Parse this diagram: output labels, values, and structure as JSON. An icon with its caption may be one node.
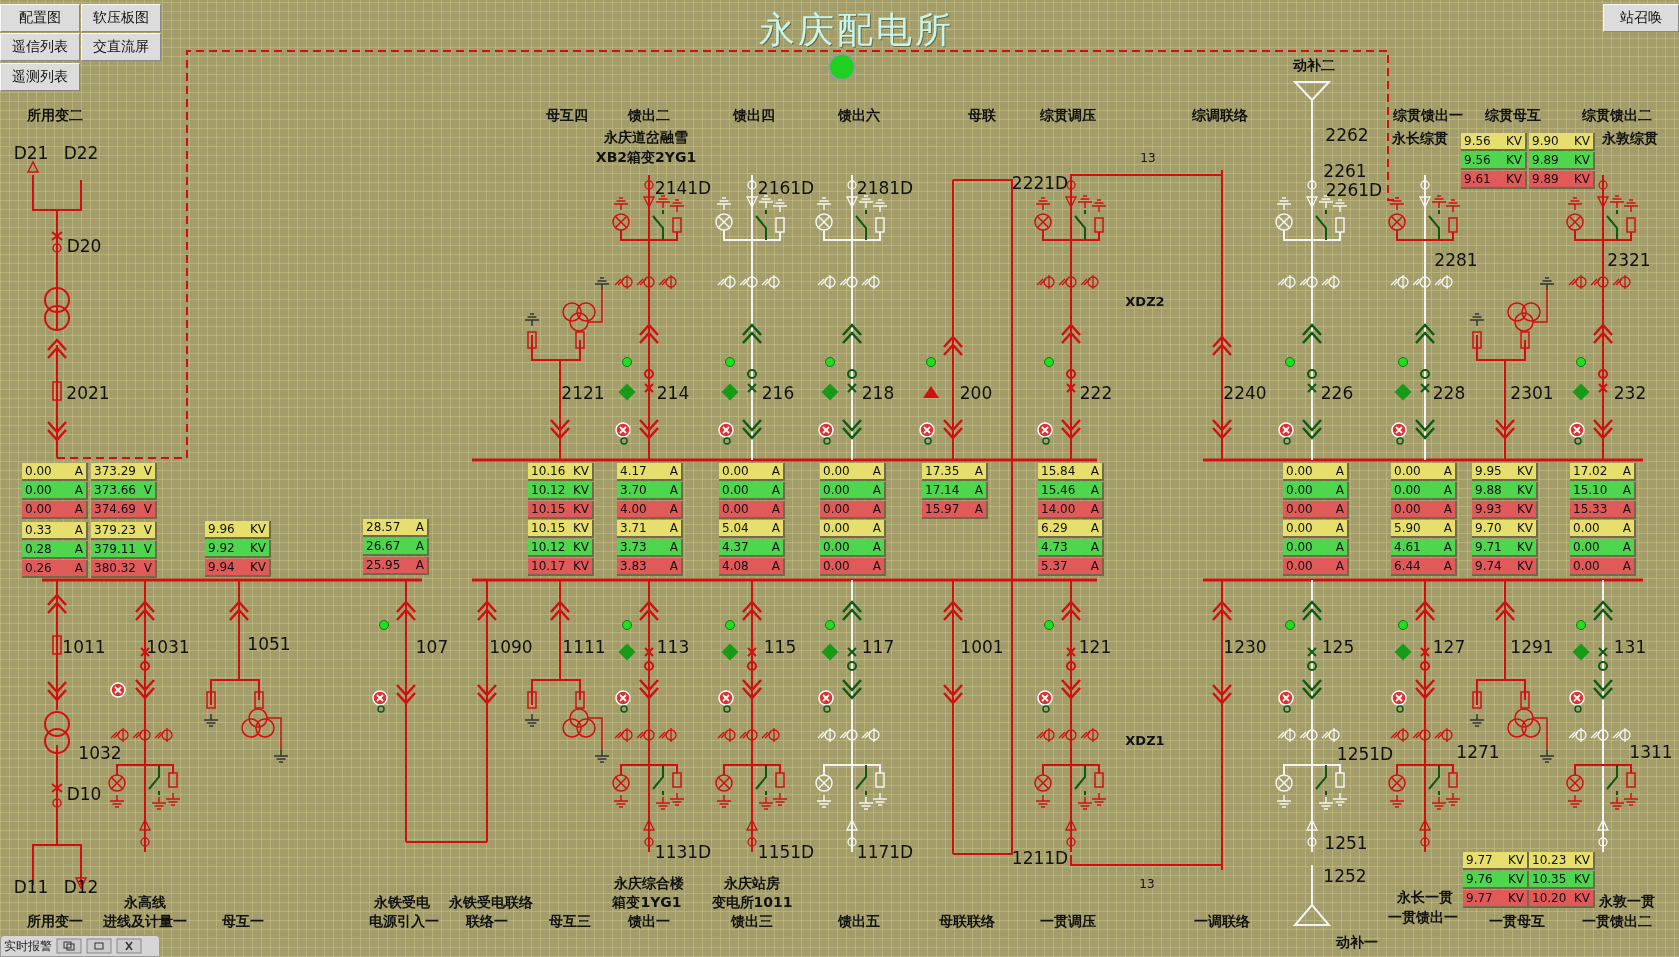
{
  "diagram": {
    "title": "永庆配电所",
    "nodes": [
      {
        "text": [],
        "shape": "picture"
      },
      {
        "text": [],
        "shape": "picture"
      }
    ],
    "edges": [
      {
        "from": 0,
        "to": 1,
        "arrow": "none",
        "style": "dashed"
      }
    ],
    "labels": [
      "配置图",
      "软压板图",
      "遥信列表",
      "交直流屏",
      "遥测列表",
      "站召唤",
      "所用变二",
      "母互四",
      "馈出二",
      "永庆道岔融雪",
      "XB2箱变2YG1",
      "馈出四",
      "馈出六",
      "母联",
      "综贯调压",
      "综调联络",
      "动补二",
      "综贯馈出一",
      "永长综贯",
      "综贯母互",
      "综贯馈出二",
      "永敦综贯",
      "D21",
      "D22",
      "D20",
      "2021",
      "2121",
      "214",
      "2141D",
      "2161D",
      "216",
      "2181D",
      "218",
      "200",
      "2221D",
      "222",
      "13",
      "XDZ2",
      "2240",
      "2262",
      "2261",
      "2261D",
      "226",
      "2281",
      "228",
      "2301",
      "2321",
      "232",
      "9.56 KV",
      "9.56 KV",
      "9.61 KV",
      "9.90 KV",
      "9.89 KV",
      "9.89 KV",
      "0.00 A",
      "0.00 A",
      "0.00 A",
      "373.29 V",
      "373.66 V",
      "374.69 V",
      "0.33 A",
      "0.28 A",
      "0.26 A",
      "379.23 V",
      "379.11 V",
      "380.32 V",
      "9.96 KV",
      "9.92 KV",
      "9.94 KV",
      "28.57 A",
      "26.67 A",
      "25.95 A",
      "10.16 KV",
      "10.12 KV",
      "10.15 KV",
      "10.15 KV",
      "10.12 KV",
      "10.17 KV",
      "4.17 A",
      "3.70 A",
      "4.00 A",
      "3.71 A",
      "3.73 A",
      "3.83 A",
      "0.00 A",
      "0.00 A",
      "0.00 A",
      "5.04 A",
      "4.37 A",
      "4.08 A",
      "0.00 A",
      "0.00 A",
      "0.00 A",
      "0.00 A",
      "0.00 A",
      "0.00 A",
      "17.35 A",
      "17.14 A",
      "15.97 A",
      "15.84 A",
      "15.46 A",
      "14.00 A",
      "6.29 A",
      "4.73 A",
      "5.37 A",
      "0.00 A",
      "0.00 A",
      "0.00 A",
      "0.00 A",
      "0.00 A",
      "0.00 A",
      "0.00 A",
      "0.00 A",
      "0.00 A",
      "5.90 A",
      "4.61 A",
      "6.44 A",
      "9.95 KV",
      "9.88 KV",
      "9.93 KV",
      "9.70 KV",
      "9.71 KV",
      "9.74 KV",
      "17.02 A",
      "15.10 A",
      "15.33 A",
      "0.00 A",
      "0.00 A",
      "0.00 A",
      "1011",
      "1031",
      "1051",
      "107",
      "1090",
      "1032",
      "D10",
      "D11",
      "D12",
      "1111",
      "113",
      "1131D",
      "115",
      "1151D",
      "117",
      "1171D",
      "1001",
      "121",
      "1211D",
      "1230",
      "XDZ1",
      "13",
      "125",
      "1251D",
      "1251",
      "1252",
      "127",
      "1271",
      "1291",
      "131",
      "1311",
      "9.77 KV",
      "9.76 KV",
      "9.77 KV",
      "10.23 KV",
      "10.35 KV",
      "10.20 KV",
      "所用变一",
      "永高线",
      "进线及计量一",
      "母互一",
      "永铁受电",
      "电源引入一",
      "永铁受电联络",
      "联络一",
      "母互三",
      "永庆综合楼",
      "箱变1YG1",
      "馈出一",
      "永庆站房",
      "变电所1011",
      "馈出三",
      "馈出五",
      "母联联络",
      "一贯调压",
      "一调联络",
      "永长一贯",
      "一贯馈出一",
      "一贯母互",
      "永敦一贯",
      "一贯馈出二",
      "实时报警",
      "动补一"
    ]
  }
}
